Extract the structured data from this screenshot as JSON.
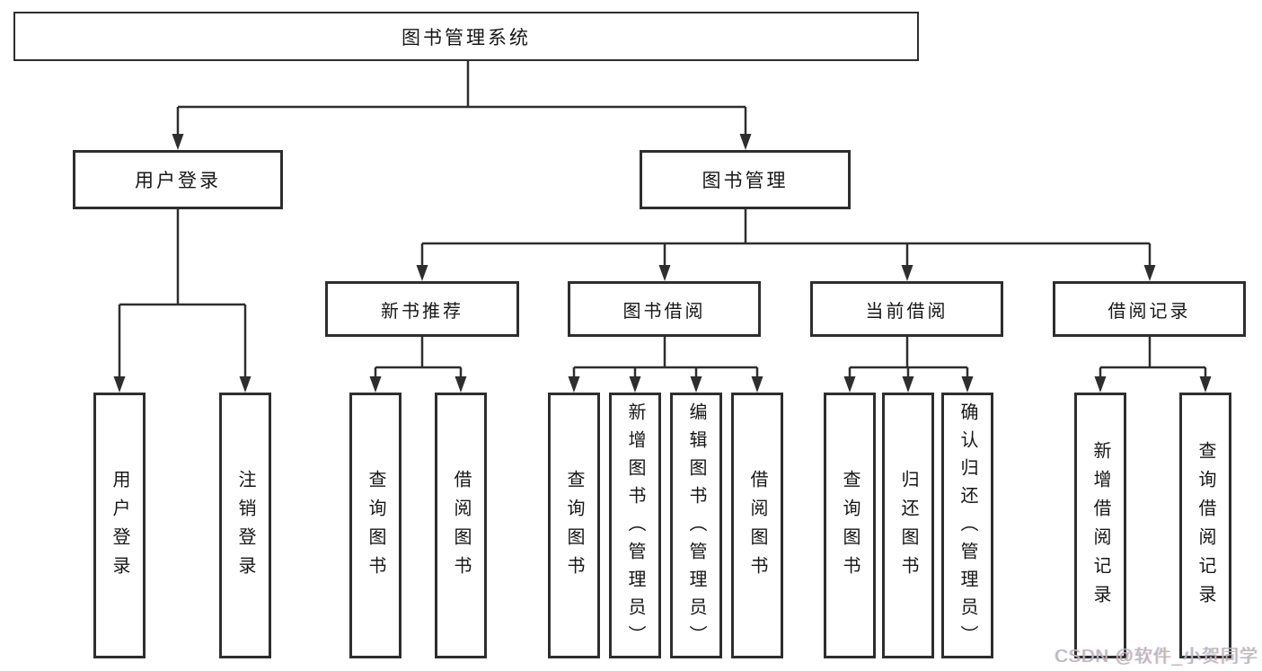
{
  "diagram_title": "图书管理系统",
  "tree": {
    "root": {
      "label": "图书管理系统",
      "children": [
        {
          "label": "用户登录",
          "children": [
            {
              "label": "用户登录"
            },
            {
              "label": "注销登录"
            }
          ]
        },
        {
          "label": "图书管理",
          "children": [
            {
              "label": "新书推荐",
              "children": [
                {
                  "label": "查询图书"
                },
                {
                  "label": "借阅图书"
                }
              ]
            },
            {
              "label": "图书借阅",
              "children": [
                {
                  "label": "查询图书"
                },
                {
                  "label": "新增图书（管理员）"
                },
                {
                  "label": "编辑图书（管理员）"
                },
                {
                  "label": "借阅图书"
                }
              ]
            },
            {
              "label": "当前借阅",
              "children": [
                {
                  "label": "查询图书"
                },
                {
                  "label": "归还图书"
                },
                {
                  "label": "确认归还（管理员）"
                }
              ]
            },
            {
              "label": "借阅记录",
              "children": [
                {
                  "label": "新增借阅记录"
                },
                {
                  "label": "查询借阅记录"
                }
              ]
            }
          ]
        }
      ]
    }
  },
  "watermark": {
    "text": "CSDN @软件_小贺同学"
  },
  "colors": {
    "line": "#2e2e2e",
    "box_border": "#2e2e2e",
    "text": "#161616",
    "watermark_text": "#b9b9b9",
    "background": "#ffffff"
  }
}
